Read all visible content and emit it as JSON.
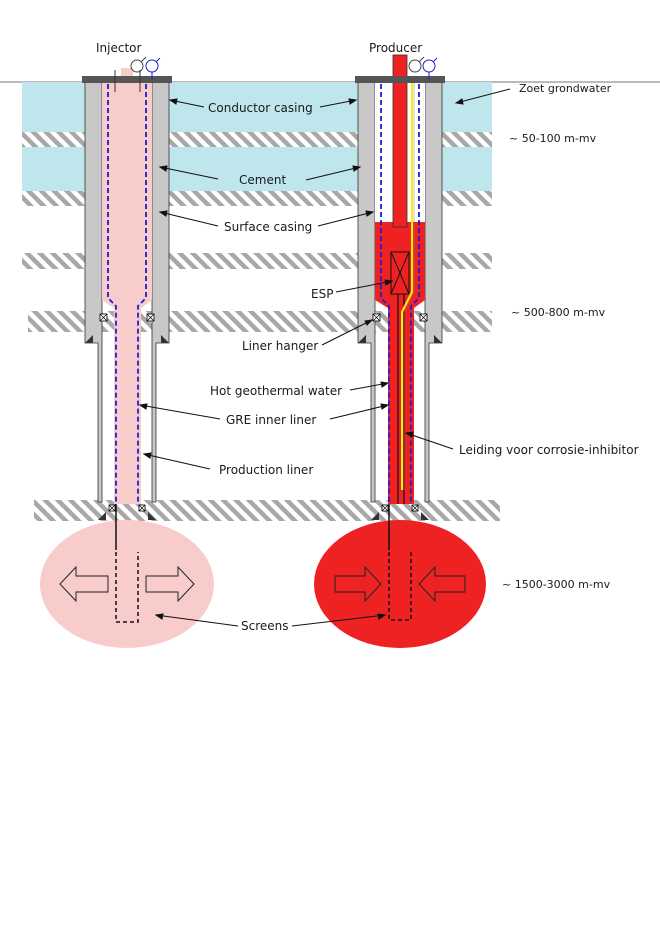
{
  "wells": {
    "injector": {
      "title": "Injector"
    },
    "producer": {
      "title": "Producer"
    }
  },
  "labels": {
    "conductor_casing": "Conductor casing",
    "cement": "Cement",
    "surface_casing": "Surface casing",
    "esp": "ESP",
    "liner_hanger": "Liner hanger",
    "hot_geothermal_water": "Hot geothermal water",
    "gre_inner_liner": "GRE inner liner",
    "production_liner": "Production liner",
    "corrosion_inhibitor_line": "Leiding voor corrosie-inhibitor",
    "screens": "Screens",
    "fresh_groundwater": "Zoet grondwater"
  },
  "depths": {
    "shallow": "~ 50-100 m-mv",
    "mid": "~ 500-800 m-mv",
    "deep": "~ 1500-3000 m-mv"
  },
  "colors": {
    "groundwater": "#bfe6ec",
    "casing": "#c8c8c8",
    "injector_fluid": "#f9cccc",
    "producer_fluid": "#ee2222",
    "inner_liner": "#1f1fd0",
    "inhibitor_line": "#ffee00",
    "wellhead": "#555555"
  }
}
